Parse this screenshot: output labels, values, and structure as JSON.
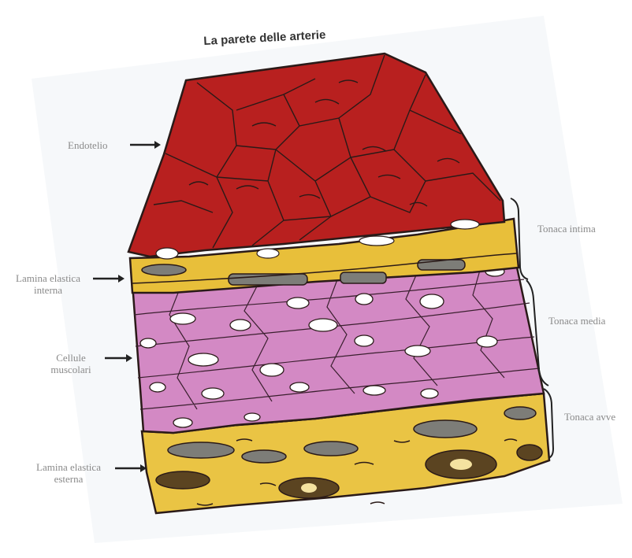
{
  "title": "La parete delle arterie",
  "labels": {
    "endotelio": "Endotelio",
    "lamina_interna_l1": "Lamina elastica",
    "lamina_interna_l2": "interna",
    "cellule_l1": "Cellule",
    "cellule_l2": "muscolari",
    "lamina_esterna_l1": "Lamina elastica",
    "lamina_esterna_l2": "esterna",
    "tonaca_intima": "Tonaca intima",
    "tonaca_media": "Tonaca media",
    "tonaca_avventizia": "Tonaca avve"
  },
  "colors": {
    "endothelium": "#b8201f",
    "elastic": "#e8bf3a",
    "muscle": "#d389c4",
    "adventitia": "#eac444",
    "grey_cell": "#7d7d78",
    "brown_cell": "#5b4421",
    "outline": "#2a1a18"
  }
}
